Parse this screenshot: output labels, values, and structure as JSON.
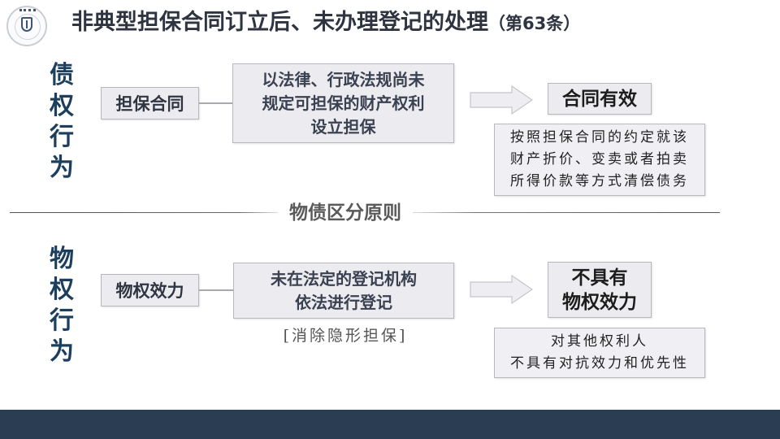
{
  "header": {
    "logo": "court-emblem-logo",
    "title": "非典型担保合同订立后、未办理登记的处理",
    "title_suffix": "（第63条）"
  },
  "upper_section": {
    "side_label": [
      "债",
      "权",
      "行",
      "为"
    ],
    "category": "担保合同",
    "condition_lines": [
      "以法律、行政法规尚未",
      "规定可担保的财产权利",
      "设立担保"
    ],
    "arrow": "right-arrow-icon",
    "result": "合同有效",
    "description_lines": [
      "按照担保合同的约定就该",
      "财产折价、变卖或者拍卖",
      "所得价款等方式清偿债务"
    ]
  },
  "divider": {
    "label": "物债区分原则"
  },
  "lower_section": {
    "side_label": [
      "物",
      "权",
      "行",
      "为"
    ],
    "category": "物权效力",
    "condition_lines": [
      "未在法定的登记机构",
      "依法进行登记"
    ],
    "note": "[消除隐形担保]",
    "arrow": "right-arrow-icon",
    "result_lines": [
      "不具有",
      "物权效力"
    ],
    "description_lines": [
      "对其他权利人",
      "不具有对抗效力和优先性"
    ]
  },
  "colors": {
    "side_label": "#1d3f5e",
    "box_fill": "#ecebf0",
    "box_border": "#b7b7bd",
    "footer": "#2b3d52"
  }
}
